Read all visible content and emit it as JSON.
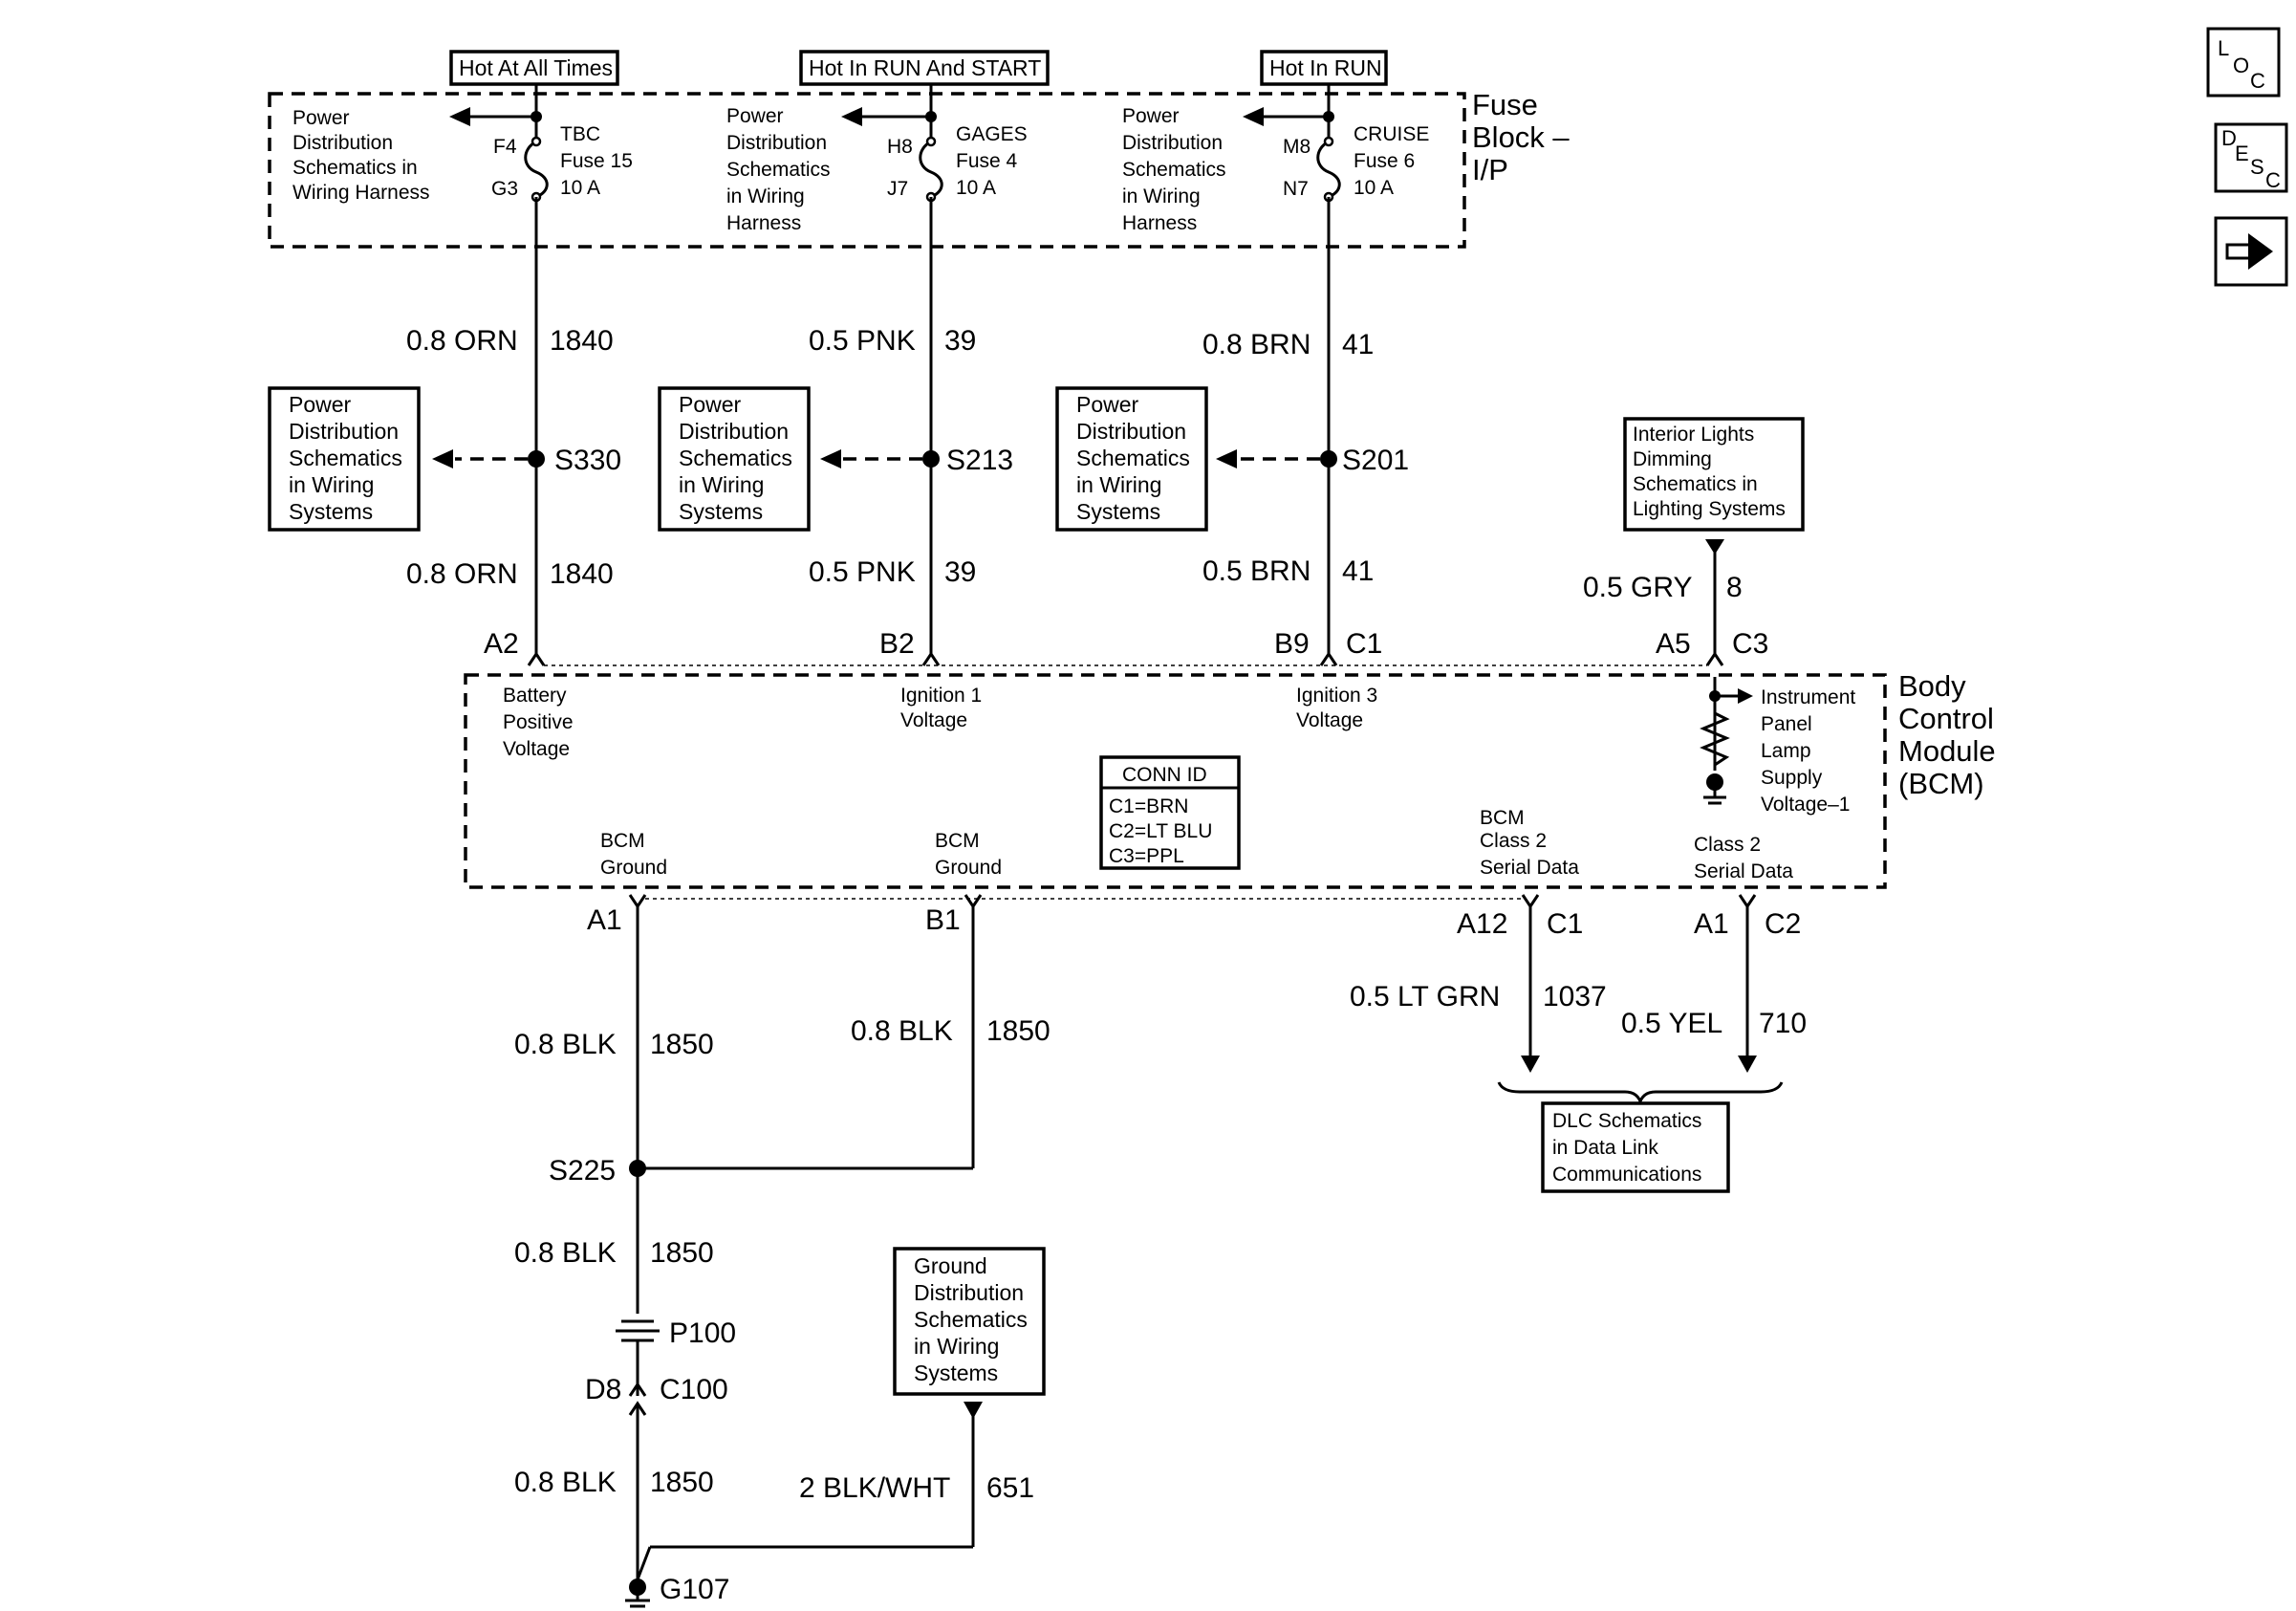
{
  "power_feeds": {
    "hot_all_times": "Hot At All Times",
    "hot_run_start": "Hot In RUN And START",
    "hot_run": "Hot In RUN"
  },
  "fuse_block": {
    "name_line1": "Fuse",
    "name_line2": "Block –",
    "name_line3": "I/P",
    "fuse1": {
      "pin_in": "F4",
      "pin_out": "G3",
      "name": "TBC",
      "number": "Fuse 15",
      "rating": "10 A"
    },
    "fuse2": {
      "pin_in": "H8",
      "pin_out": "J7",
      "name": "GAGES",
      "number": "Fuse 4",
      "rating": "10 A"
    },
    "fuse3": {
      "pin_in": "M8",
      "pin_out": "N7",
      "name": "CRUISE",
      "number": "Fuse 6",
      "rating": "10 A"
    },
    "ref1": [
      "Power",
      "Distribution",
      "Schematics in",
      "Wiring Harness"
    ],
    "ref2": [
      "Power",
      "Distribution",
      "Schematics",
      "in Wiring",
      "Harness"
    ],
    "ref3": [
      "Power",
      "Distribution",
      "Schematics",
      "in Wiring",
      "Harness"
    ]
  },
  "circuits": {
    "c1840": {
      "wire": "0.8 ORN",
      "num": "1840"
    },
    "c39": {
      "wire": "0.5 PNK",
      "num": "39"
    },
    "c41_top": {
      "wire": "0.8 BRN",
      "num": "41"
    },
    "c41_bot": {
      "wire": "0.5 BRN",
      "num": "41"
    },
    "c8": {
      "wire": "0.5 GRY",
      "num": "8"
    },
    "c1850": {
      "wire": "0.8 BLK",
      "num": "1850"
    },
    "c1037": {
      "wire": "0.5 LT GRN",
      "num": "1037"
    },
    "c710": {
      "wire": "0.5 YEL",
      "num": "710"
    },
    "c651": {
      "wire": "2 BLK/WHT",
      "num": "651"
    }
  },
  "splices": {
    "s330": "S330",
    "s213": "S213",
    "s201": "S201",
    "s225": "S225"
  },
  "splice_refs": {
    "ref_a": [
      "Power",
      "Distribution",
      "Schematics",
      "in Wiring",
      "Systems"
    ],
    "ref_b": [
      "Power",
      "Distribution",
      "Schematics",
      "in Wiring",
      "Systems"
    ],
    "ref_c": [
      "Power",
      "Distribution",
      "Schematics",
      "in Wiring",
      "Systems"
    ]
  },
  "interior_lights_ref": [
    "Interior Lights",
    "Dimming",
    "Schematics in",
    "Lighting Systems"
  ],
  "bcm_pins": {
    "a2": "A2",
    "b2": "B2",
    "b9": "B9",
    "c1_top": "C1",
    "a5": "A5",
    "c3": "C3",
    "a1": "A1",
    "b1": "B1",
    "a12": "A12",
    "c1_bot": "C1",
    "a1_c2": "A1",
    "c2": "C2"
  },
  "bcm": {
    "name": [
      "Body",
      "Control",
      "Module",
      "(BCM)"
    ],
    "battery": [
      "Battery",
      "Positive",
      "Voltage"
    ],
    "ign1": [
      "Ignition 1",
      "Voltage"
    ],
    "ign3": [
      "Ignition 3",
      "Voltage"
    ],
    "ip_lamp": [
      "Instrument",
      "Panel",
      "Lamp",
      "Supply",
      "Voltage–1"
    ],
    "ground1": [
      "BCM",
      "Ground"
    ],
    "ground2": [
      "BCM",
      "Ground"
    ],
    "class2_bcm": [
      "BCM",
      "Class 2",
      "Serial Data"
    ],
    "class2": [
      "Class 2",
      "Serial Data"
    ]
  },
  "conn_id": {
    "title": "CONN ID",
    "c1": "C1=BRN",
    "c2": "C2=LT BLU",
    "c3": "C3=PPL"
  },
  "dlc_ref": [
    "DLC Schematics",
    "in Data Link",
    "Communications"
  ],
  "ground_ref": [
    "Ground",
    "Distribution",
    "Schematics",
    "in Wiring",
    "Systems"
  ],
  "connectors": {
    "p100": "P100",
    "d8": "D8",
    "c100": "C100"
  },
  "ground_point": "G107",
  "nav": {
    "loc": "L",
    "loc_sub1": "O",
    "loc_sub2": "C",
    "desc1": "D",
    "desc2": "E",
    "desc3": "S",
    "desc4": "C"
  }
}
